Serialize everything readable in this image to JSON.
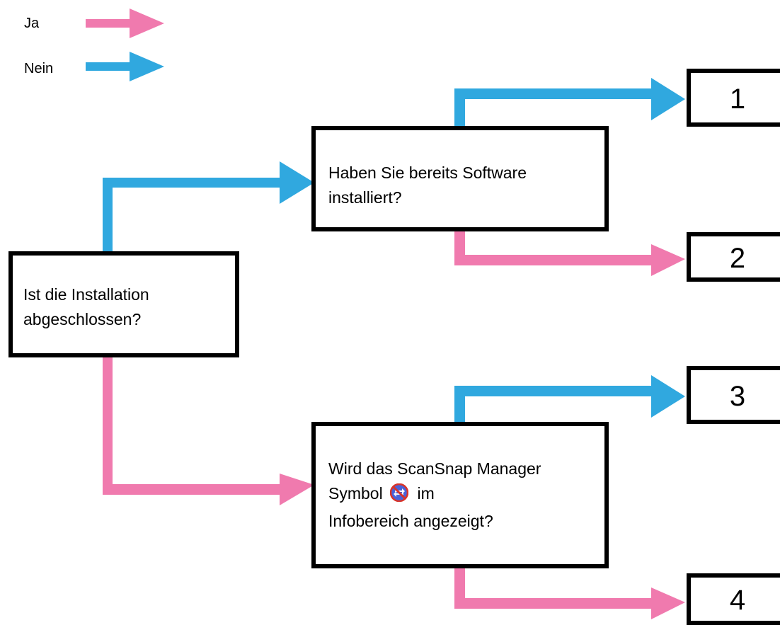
{
  "legend": {
    "yes_label": "Ja",
    "no_label": "Nein"
  },
  "colors": {
    "yes": "#F07AAE",
    "no": "#30A8DF",
    "box_border": "#000000"
  },
  "questions": {
    "installation": {
      "line1": "Ist die Installation",
      "line2": "abgeschlossen?"
    },
    "software": {
      "line1": "Haben Sie bereits Software",
      "line2": "installiert?"
    },
    "scansnap": {
      "line1": "Wird das ScanSnap Manager",
      "line2_before": "Symbol",
      "line2_after": "im",
      "line3": "Infobereich angezeigt?",
      "icon": "scansnap-manager-icon"
    }
  },
  "outcomes": [
    "1",
    "2",
    "3",
    "4"
  ]
}
